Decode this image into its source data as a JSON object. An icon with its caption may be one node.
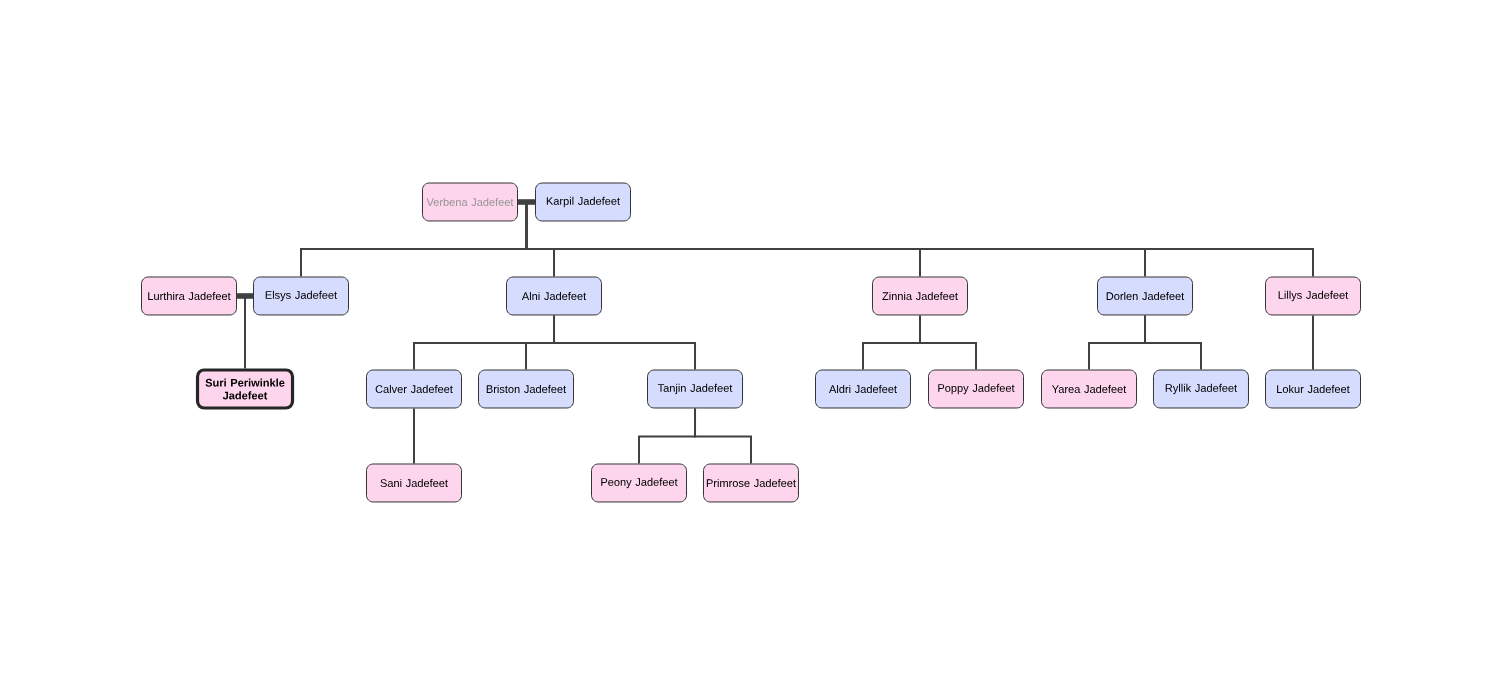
{
  "diagram": {
    "nodes": [
      {
        "text": [
          "Verbena Jadefeet"
        ]
      },
      {
        "text": [
          "Karpil Jadefeet"
        ]
      },
      {
        "text": [
          "Lurthira Jadefeet"
        ]
      },
      {
        "text": [
          "Elsys Jadefeet"
        ]
      },
      {
        "text": [
          "Alni Jadefeet"
        ]
      },
      {
        "text": [
          "Zinnia Jadefeet"
        ]
      },
      {
        "text": [
          "Dorlen Jadefeet"
        ]
      },
      {
        "text": [
          "Lillys Jadefeet"
        ]
      },
      {
        "text": [
          "Suri Periwinkle Jadefeet"
        ]
      },
      {
        "text": [
          "Calver Jadefeet"
        ]
      },
      {
        "text": [
          "Briston Jadefeet"
        ]
      },
      {
        "text": [
          "Tanjin Jadefeet"
        ]
      },
      {
        "text": [
          "Aldri Jadefeet"
        ]
      },
      {
        "text": [
          "Poppy Jadefeet"
        ]
      },
      {
        "text": [
          "Yarea Jadefeet"
        ]
      },
      {
        "text": [
          "Ryllik Jadefeet"
        ]
      },
      {
        "text": [
          "Lokur Jadefeet"
        ]
      },
      {
        "text": [
          "Sani Jadefeet"
        ]
      },
      {
        "text": [
          "Peony Jadefeet"
        ]
      },
      {
        "text": [
          "Primrose Jadefeet"
        ]
      }
    ],
    "edges": [
      {
        "from": 0,
        "to": 1,
        "arrow": "none",
        "style": "thick"
      },
      {
        "from": 0,
        "to": 3,
        "arrow": "none"
      },
      {
        "from": 1,
        "to": 3,
        "arrow": "none"
      },
      {
        "from": 0,
        "to": 4,
        "arrow": "none"
      },
      {
        "from": 1,
        "to": 4,
        "arrow": "none"
      },
      {
        "from": 0,
        "to": 5,
        "arrow": "none"
      },
      {
        "from": 1,
        "to": 5,
        "arrow": "none"
      },
      {
        "from": 0,
        "to": 6,
        "arrow": "none"
      },
      {
        "from": 1,
        "to": 6,
        "arrow": "none"
      },
      {
        "from": 0,
        "to": 7,
        "arrow": "none"
      },
      {
        "from": 1,
        "to": 7,
        "arrow": "none"
      },
      {
        "from": 2,
        "to": 3,
        "arrow": "none",
        "style": "thick"
      },
      {
        "from": 2,
        "to": 8,
        "arrow": "none"
      },
      {
        "from": 3,
        "to": 8,
        "arrow": "none"
      },
      {
        "from": 4,
        "to": 9,
        "arrow": "none"
      },
      {
        "from": 4,
        "to": 10,
        "arrow": "none"
      },
      {
        "from": 4,
        "to": 11,
        "arrow": "none"
      },
      {
        "from": 5,
        "to": 12,
        "arrow": "none"
      },
      {
        "from": 5,
        "to": 13,
        "arrow": "none"
      },
      {
        "from": 6,
        "to": 14,
        "arrow": "none"
      },
      {
        "from": 6,
        "to": 15,
        "arrow": "none"
      },
      {
        "from": 7,
        "to": 16,
        "arrow": "none"
      },
      {
        "from": 9,
        "to": 17,
        "arrow": "none"
      },
      {
        "from": 11,
        "to": 18,
        "arrow": "none"
      },
      {
        "from": 11,
        "to": 19,
        "arrow": "none"
      }
    ]
  }
}
